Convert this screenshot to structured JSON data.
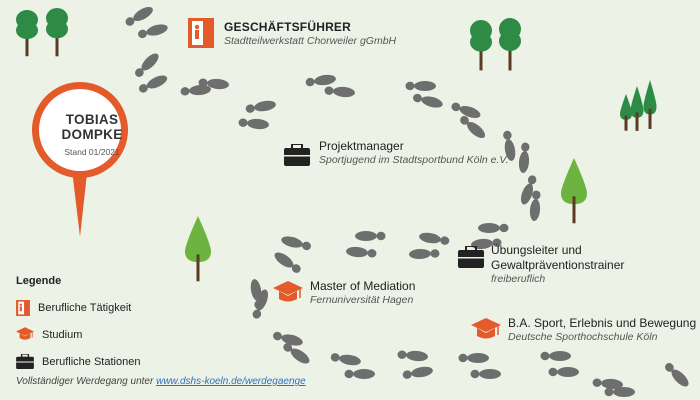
{
  "person": {
    "first_name": "TOBIAS",
    "last_name": "DOMPKE",
    "stand": "Stand 01/2021"
  },
  "colors": {
    "background": "#ecf3e6",
    "accent_orange": "#e35a2b",
    "footprint_gray": "#6e6e6e",
    "tree_green": "#2e8b45",
    "tree_light": "#6db33f",
    "trunk": "#5a3b26",
    "text_dark": "#222222"
  },
  "stations": [
    {
      "title": "GESCHÄFTSFÜHRER",
      "subtitle": "Stadtteilwerkstatt Chorweiler gGmbH",
      "icon": "door-icon"
    },
    {
      "title": "Projektmanager",
      "subtitle": "Sportjugend im Stadtsportbund Köln e.V.",
      "icon": "briefcase-icon"
    },
    {
      "title": "Übungsleiter und Gewaltpräventionstrainer",
      "subtitle": "freiberuflich",
      "icon": "briefcase-icon"
    },
    {
      "title": "Master of Mediation",
      "subtitle": "Fernuniversität Hagen",
      "icon": "graduation-cap-icon"
    },
    {
      "title": "B.A. Sport, Erlebnis und Bewegung",
      "subtitle": "Deutsche Sporthochschule Köln",
      "icon": "graduation-cap-icon"
    }
  ],
  "legend": {
    "title": "Legende",
    "items": [
      {
        "label": "Berufliche Tätigkeit",
        "icon": "door-icon"
      },
      {
        "label": "Studium",
        "icon": "graduation-cap-icon"
      },
      {
        "label": "Berufliche Stationen",
        "icon": "briefcase-icon"
      }
    ]
  },
  "footer": {
    "text": "Vollständiger Werdegang unter ",
    "link": "www.dshs-koeln.de/werdegaenge"
  }
}
